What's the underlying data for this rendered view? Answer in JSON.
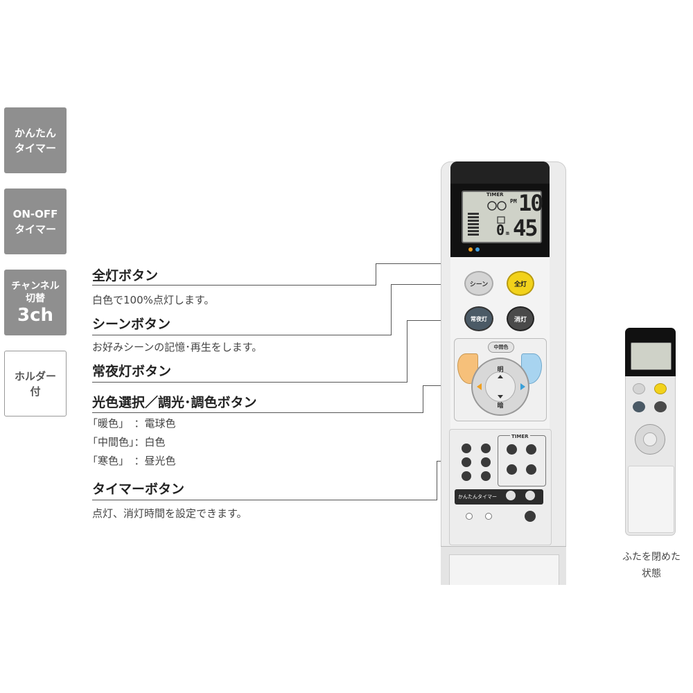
{
  "badges": [
    {
      "lines": [
        "かんたん",
        "タイマー"
      ]
    },
    {
      "lines": [
        "ON-OFF",
        "タイマー"
      ]
    },
    {
      "lines": [
        "チャンネル",
        "切替"
      ],
      "big": "3ch"
    },
    {
      "lines": [
        "ホルダー",
        "付"
      ]
    }
  ],
  "annotations": {
    "full_light": {
      "title": "全灯ボタン",
      "desc": "白色で100%点灯します。"
    },
    "scene": {
      "title": "シーンボタン",
      "desc": "お好みシーンの記憶･再生をします。"
    },
    "night_light": {
      "title": "常夜灯ボタン"
    },
    "color": {
      "title": "光色選択／調光･調色ボタン",
      "rows": [
        "「暖色」　：電球色",
        "「中間色」：白色",
        "「寒色」　：昼光色"
      ]
    },
    "timer": {
      "title": "タイマーボタン",
      "desc": "点灯、消灯時間を設定できます。"
    }
  },
  "remote": {
    "lcd": {
      "timer_label": "TIMER",
      "pm": "PM",
      "hour": "10",
      "minute": "45",
      "sub": "0",
      "sub_unit": "m"
    },
    "buttons": {
      "scene": "シーン",
      "full": "全灯",
      "night": "常夜灯",
      "off": "消灯",
      "middle": "中間色",
      "up": "明",
      "down": "暗",
      "timer_label": "TIMER",
      "easy_timer": "かんたんタイマー"
    },
    "colors": {
      "full": "#f2d21b",
      "night": "#4b5a66",
      "off": "#4a4a4a",
      "dpad_arrow": "#3aa0d8"
    }
  },
  "caption": [
    "ふたを閉めた",
    "状態"
  ]
}
